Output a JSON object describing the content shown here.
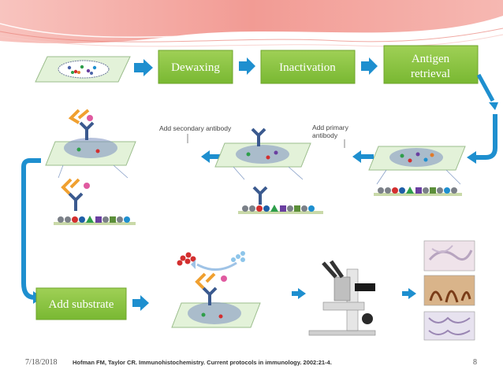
{
  "steps": {
    "dewaxing": "Dewaxing",
    "inactivation": "Inactivation",
    "antigen_retrieval_line1": "Antigen",
    "antigen_retrieval_line2": "retrieval",
    "add_substrate": "Add substrate"
  },
  "annotations": {
    "add_secondary": "Add secondary antibody",
    "add_primary_line1": "Add primary",
    "add_primary_line2": "antibody"
  },
  "footer": {
    "date": "7/18/2018",
    "citation": "Hofman FM, Taylor CR. Immunohistochemistry. Current protocols in immunology. 2002:21-4.",
    "page_number": "8"
  },
  "colors": {
    "step_box": "#8dc63f",
    "arrow": "#1e8fcf",
    "slide": "#e3f2d9",
    "header_pink": "#f4a5a0"
  }
}
